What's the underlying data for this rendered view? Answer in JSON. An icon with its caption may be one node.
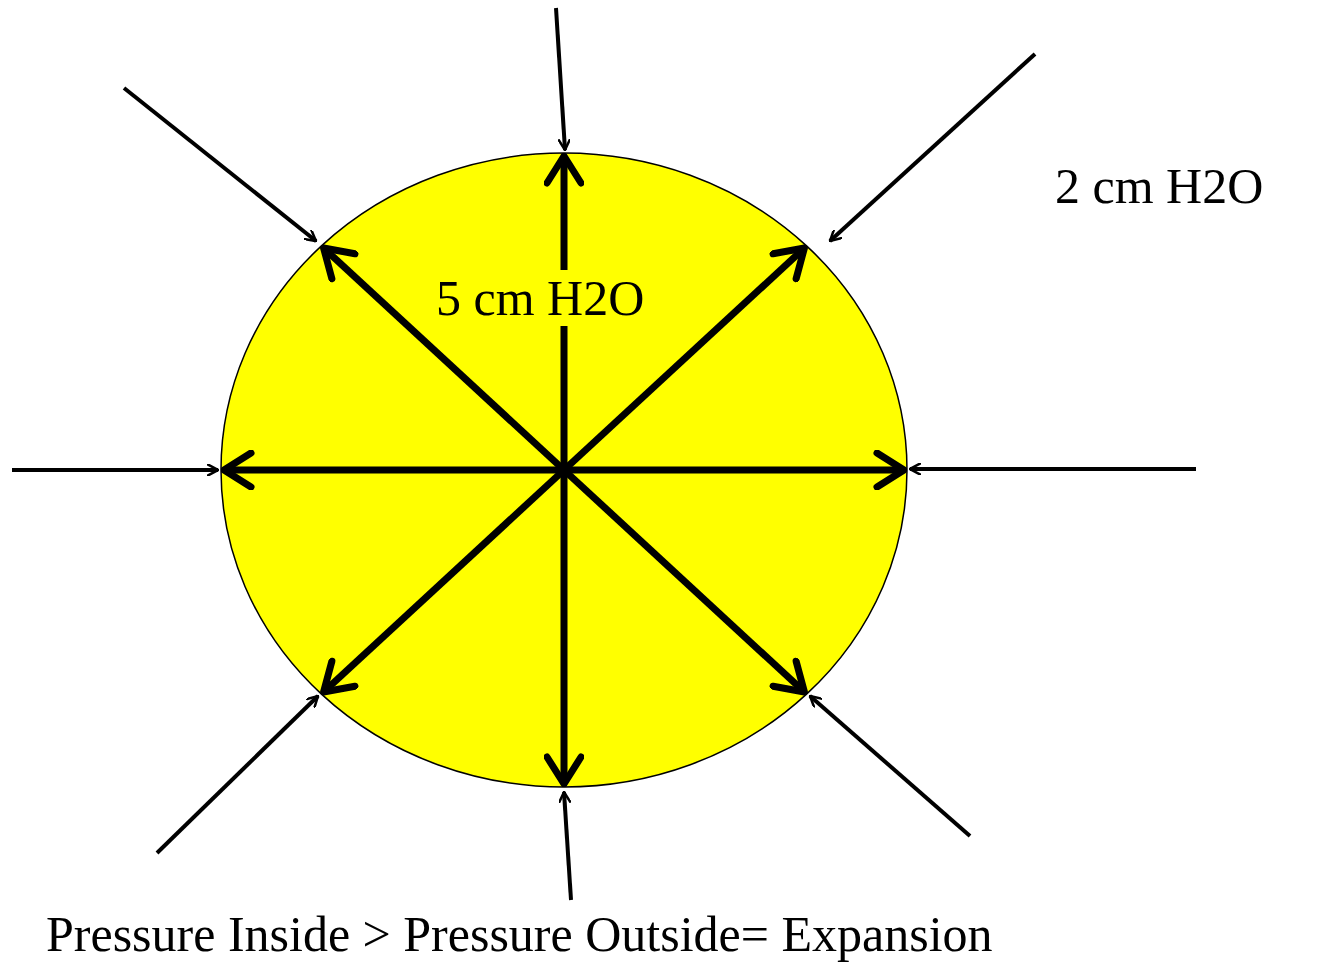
{
  "diagram": {
    "caption": "Pressure Inside > Pressure Outside= Expansion",
    "nodes": [
      {
        "text": [
          "5 cm H2O"
        ]
      }
    ],
    "labels": [
      "2 cm H2O"
    ]
  }
}
